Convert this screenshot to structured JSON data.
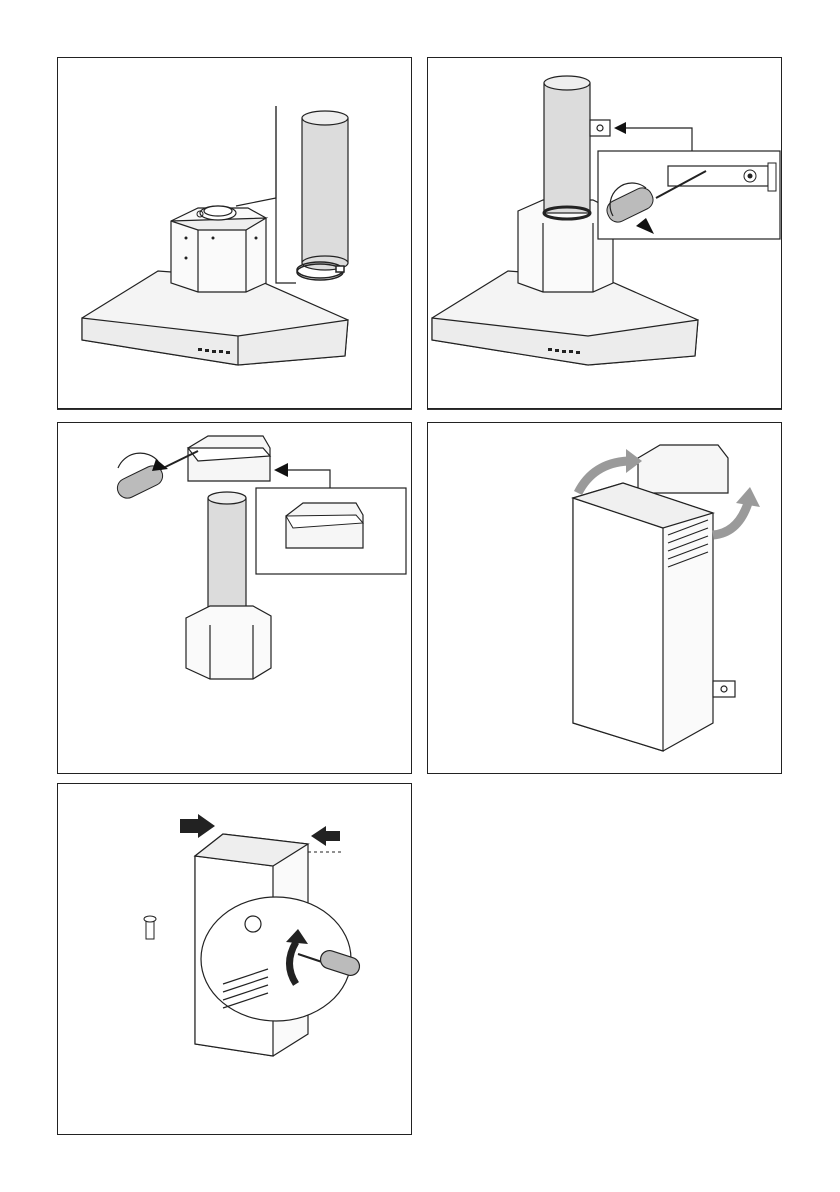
{
  "document": {
    "kind": "installation-instructions-illustrations",
    "steps": [
      {
        "id": 1,
        "subject": "hood-with-chimney-flue-and-clamp"
      },
      {
        "id": 2,
        "subject": "screw-wall-bracket"
      },
      {
        "id": 3,
        "subject": "mount-upper-support-bracket"
      },
      {
        "id": 4,
        "subject": "fit-chimney-cover"
      },
      {
        "id": 5,
        "subject": "secure-chimney-cover-screws"
      }
    ],
    "colors": {
      "line": "#222222",
      "metal": "#f2f2f2",
      "flue": "#dcdcdc",
      "arrow_dark": "#111111",
      "arrow_grey": "#9a9a9a"
    }
  }
}
